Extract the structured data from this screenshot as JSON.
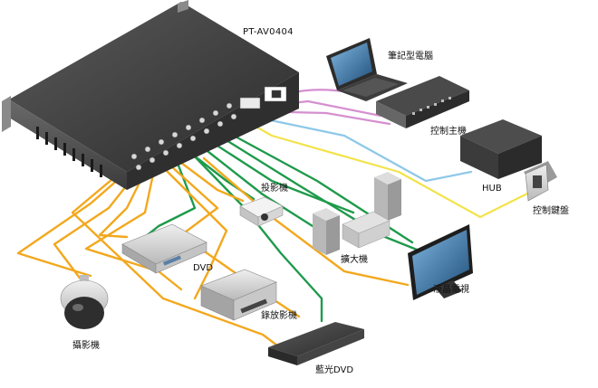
{
  "diagram": {
    "device_name": "PT-AV0404",
    "labels": {
      "laptop": "筆記型電腦",
      "control_host": "控制主機",
      "hub": "HUB",
      "control_keypad": "控制鍵盤",
      "projector": "投影機",
      "amplifier": "擴大機",
      "lcd_tv": "液晶電視",
      "dvd": "DVD",
      "vcr": "錄放影機",
      "camera": "攝影機",
      "bluray": "藍光DVD"
    },
    "colors": {
      "yellow_cable": "#f2a81d",
      "green_cable": "#1e9a4b",
      "pink_cable": "#d58fd0",
      "blue_cable": "#8ec8e8",
      "device_dark": "#3a3a3a",
      "device_light": "#cfcfcf"
    }
  }
}
